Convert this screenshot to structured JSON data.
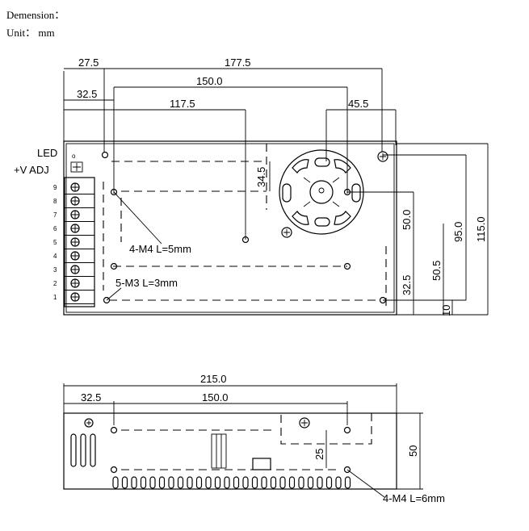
{
  "header": {
    "dimension_label": "Demension：",
    "unit_label": "Unit： mm"
  },
  "top_view": {
    "dims": {
      "d27_5": "27.5",
      "d177_5": "177.5",
      "d32_5": "32.5",
      "d150_0": "150.0",
      "d117_5": "117.5",
      "d45_5": "45.5",
      "d34_5": "34.5",
      "d50_0": "50.0",
      "d95_0": "95.0",
      "d115_0": "115.0",
      "d50_5": "50.5",
      "d32_5v": "32.5",
      "d10": "10"
    },
    "led_label": "LED",
    "vadj_label": "+V ADJ",
    "terminal_numbers": [
      "9",
      "8",
      "7",
      "6",
      "5",
      "4",
      "3",
      "2",
      "1"
    ],
    "callout_m4": "4-M4  L=5mm",
    "callout_m3": "5-M3  L=3mm"
  },
  "side_view": {
    "dims": {
      "d215_0": "215.0",
      "d32_5": "32.5",
      "d150_0": "150.0",
      "d25": "25",
      "d50": "50"
    },
    "callout_m4": "4-M4  L=6mm"
  }
}
